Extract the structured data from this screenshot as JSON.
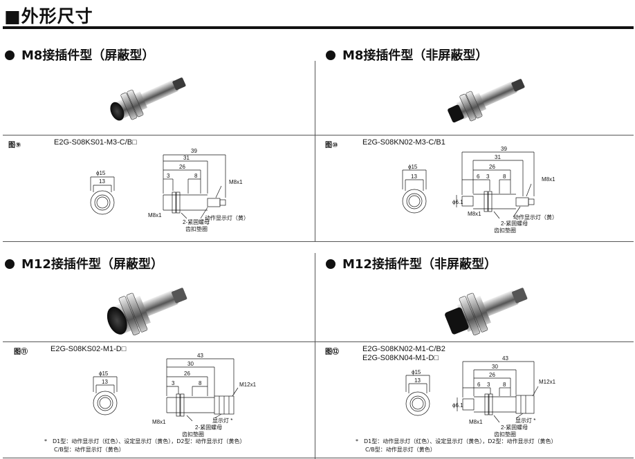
{
  "page_title": "■外形尺寸",
  "sections": [
    {
      "heading": "M8接插件型（屏蔽型）",
      "figure_label": "图⑨",
      "models": [
        "E2G-S08KS01-M3-C/B□"
      ],
      "face": {
        "dia": "ϕ15",
        "flat": "13"
      },
      "dims": {
        "d1": "39",
        "d2": "31",
        "d3": "26",
        "d4": "3",
        "d5": "8"
      },
      "labels": {
        "thread": "M8x1",
        "conn": "M8x1",
        "indicator": "动作显示灯（黄）",
        "nut": "2-紧固螺母",
        "washer": "齿扣垫圈"
      }
    },
    {
      "heading": "M8接插件型（非屏蔽型）",
      "figure_label": "图⑩",
      "models": [
        "E2G-S08KN02-M3-C/B1"
      ],
      "face": {
        "dia": "ϕ15",
        "flat": "13",
        "head": "ϕ6.1"
      },
      "dims": {
        "d1": "39",
        "d2": "31",
        "d3": "26",
        "d4": "6",
        "d5": "3",
        "d6": "8"
      },
      "labels": {
        "thread": "M8x1",
        "conn": "M8x1",
        "indicator": "动作显示灯（黄）",
        "nut": "2-紧固螺母",
        "washer": "齿扣垫圈"
      }
    },
    {
      "heading": "M12接插件型（屏蔽型）",
      "figure_label": "图⑪",
      "models": [
        "E2G-S08KS02-M1-D□"
      ],
      "face": {
        "dia": "ϕ15",
        "flat": "13"
      },
      "dims": {
        "d1": "43",
        "d2": "30",
        "d3": "26",
        "d4": "3",
        "d5": "8"
      },
      "labels": {
        "thread": "M8x1",
        "conn": "M12x1",
        "indicator": "显示灯 *",
        "nut": "2-紧固螺母",
        "washer": "齿扣垫圈"
      },
      "notes": [
        "*　D1型：动作显示灯（红色）、设定显示灯（黄色），D2型：动作显示灯（黄色）",
        "C/B型：动作显示灯（黄色）"
      ]
    },
    {
      "heading": "M12接插件型（非屏蔽型）",
      "figure_label": "图⑫",
      "models": [
        "E2G-S08KN02-M1-C/B2",
        "E2G-S08KN04-M1-D□"
      ],
      "face": {
        "dia": "ϕ15",
        "flat": "13",
        "head": "ϕ6.1"
      },
      "dims": {
        "d1": "43",
        "d2": "30",
        "d3": "26",
        "d4": "6",
        "d5": "3",
        "d6": "8"
      },
      "labels": {
        "thread": "M8x1",
        "conn": "M12x1",
        "indicator": "显示灯 *",
        "nut": "2-紧固螺母",
        "washer": "齿扣垫圈"
      },
      "notes": [
        "*　D1型：动作显示灯（红色）、设定显示灯（黄色），D2型：动作显示灯（黄色）",
        "C/B型：动作显示灯（黄色）"
      ]
    }
  ]
}
